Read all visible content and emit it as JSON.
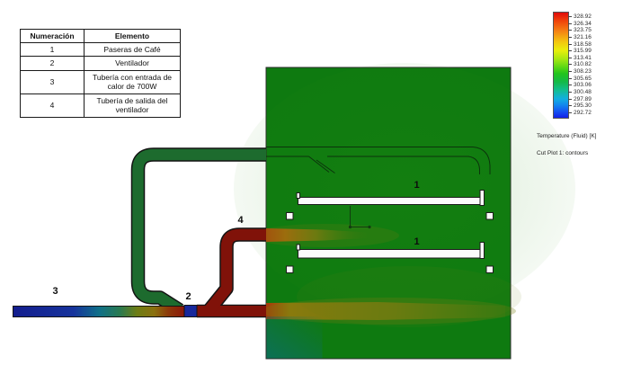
{
  "table": {
    "headers": [
      "Numeración",
      "Elemento"
    ],
    "rows": [
      {
        "num": "1",
        "elem": "Paseras de Café"
      },
      {
        "num": "2",
        "elem": "Ventilador"
      },
      {
        "num": "3",
        "elem": "Tubería con entrada de calor de 700W"
      },
      {
        "num": "4",
        "elem": "Tubería de salida del ventilador"
      }
    ]
  },
  "legend": {
    "title": "Temperature (Fluid) [K]",
    "subtitle": "Cut Plot 1: contours",
    "values": [
      "328.92",
      "326.34",
      "323.75",
      "321.16",
      "318.58",
      "315.99",
      "313.41",
      "310.82",
      "308.23",
      "305.65",
      "303.06",
      "300.48",
      "297.89",
      "295.30",
      "292.72"
    ]
  },
  "scene_labels": {
    "pasera_top": "1",
    "pasera_bottom": "1",
    "fan": "2",
    "inlet_pipe": "3",
    "outlet_pipe": "4"
  },
  "colors": {
    "chamber": "#0e7a10",
    "pipe_return": "#1d6b2e",
    "pipe_hot": "#801209",
    "fan": "#18289c",
    "cold_inlet": "#141e8e"
  },
  "chart_data": {
    "type": "heatmap",
    "title": "Cut Plot 1: contours",
    "colorbar": {
      "label": "Temperature (Fluid) [K]",
      "tick_values": [
        328.92,
        326.34,
        323.75,
        321.16,
        318.58,
        315.99,
        313.41,
        310.82,
        308.23,
        305.65,
        303.06,
        300.48,
        297.89,
        295.3,
        292.72
      ],
      "min": 292.72,
      "max": 328.92,
      "orientation": "vertical",
      "palette": "rainbow (red = hot, blue = cold)"
    },
    "regions": [
      {
        "name": "cold inlet pipe (3) far end",
        "approx_temp_K": 293
      },
      {
        "name": "inlet pipe mixing zone before fan",
        "approx_temp_K": 316
      },
      {
        "name": "fan (2)",
        "approx_temp_K": 296
      },
      {
        "name": "fan outlet pipe (4)",
        "approx_temp_K": 329
      },
      {
        "name": "hot jets entering chamber",
        "approx_temp_K": 322
      },
      {
        "name": "drying chamber interior",
        "approx_temp_K": 311
      },
      {
        "name": "return pipe loop (top)",
        "approx_temp_K": 312
      },
      {
        "name": "chamber bottom-left corner",
        "approx_temp_K": 304
      }
    ]
  }
}
